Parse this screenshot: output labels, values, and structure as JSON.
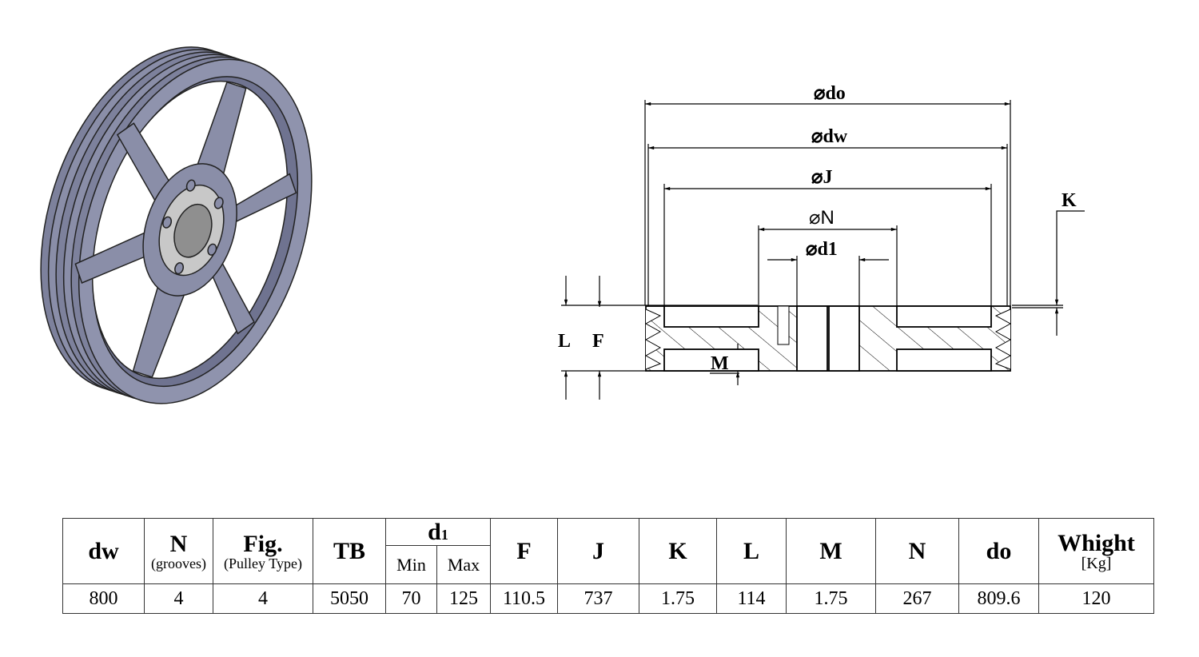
{
  "drawing": {
    "labels": {
      "do": "⌀do",
      "dw": "⌀dw",
      "J": "⌀J",
      "N": "⌀N",
      "d1": "⌀d1",
      "K": "K",
      "L": "L",
      "F": "F",
      "M": "M"
    },
    "colors": {
      "pulley": "#8a8ea8",
      "pulley_dark": "#6f7390",
      "bore": "#9a9a9a"
    }
  },
  "table": {
    "headers": {
      "dw": "dw",
      "N": "N",
      "N_sub": "(grooves)",
      "Fig": "Fig.",
      "Fig_sub": "(Pulley Type)",
      "TB": "TB",
      "d1": "d",
      "d1_sub": "1",
      "min": "Min",
      "max": "Max",
      "F": "F",
      "J": "J",
      "K": "K",
      "L": "L",
      "M": "M",
      "N2": "N",
      "do": "do",
      "weight": "Whight",
      "weight_sub": "[Kg]"
    },
    "row": [
      "800",
      "4",
      "4",
      "5050",
      "70",
      "125",
      "110.5",
      "737",
      "1.75",
      "114",
      "1.75",
      "267",
      "809.6",
      "120"
    ]
  }
}
